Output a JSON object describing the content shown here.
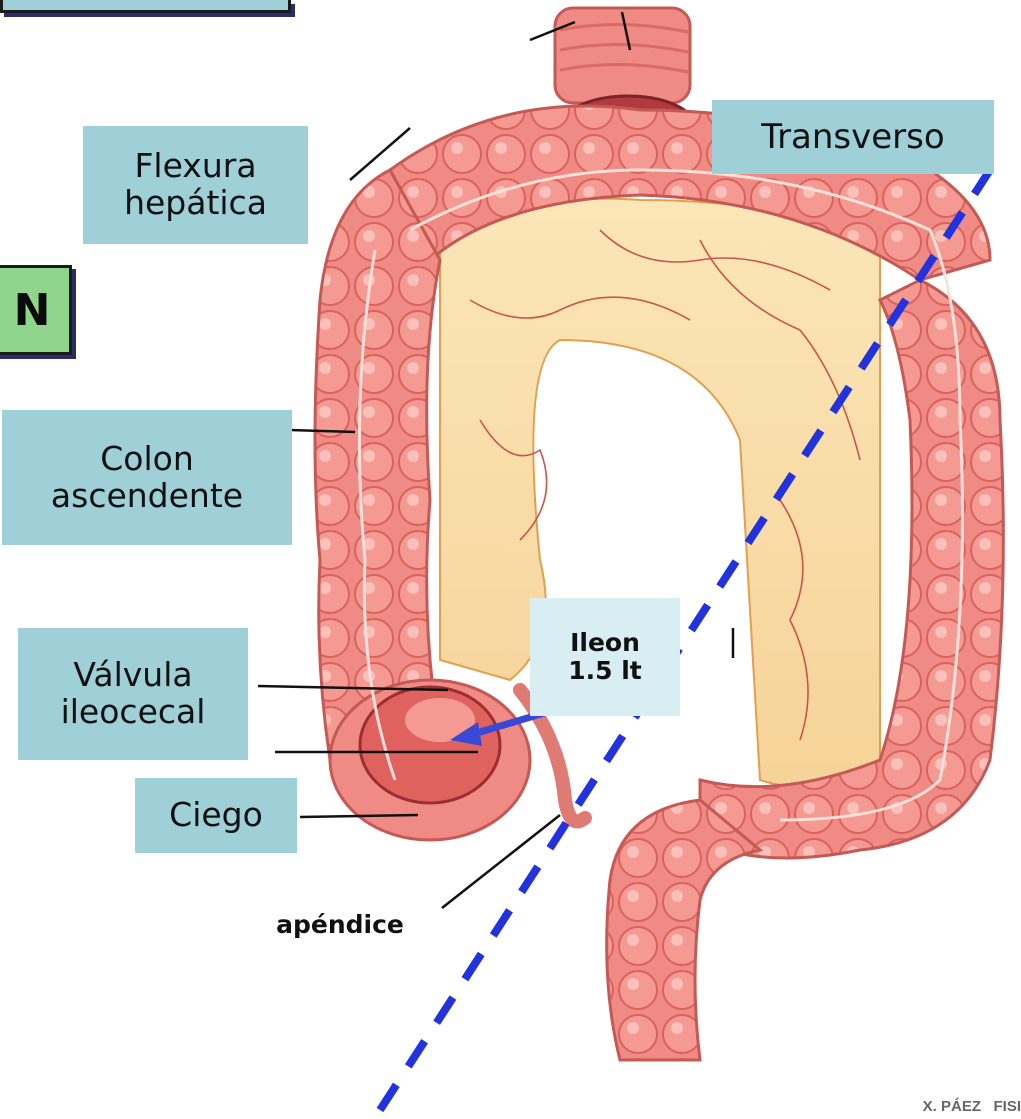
{
  "banner_box": {
    "text": ""
  },
  "side_box": {
    "text": "N"
  },
  "labels": {
    "flexura": "Flexura\nhepática",
    "transverso": "Transverso",
    "colon_ascendente": "Colon\nascendente",
    "ileon": "Ileon\n1.5 lt",
    "valvula": "Válvula\nileocecal",
    "ciego": "Ciego",
    "apendice": "apéndice"
  },
  "footer": "X. PÁEZ   FISI",
  "colors": {
    "label_bg": "#9fd0d8",
    "label_light_bg": "#d8eef2",
    "colon": "#f08a84",
    "mesentery": "#fbe3b0",
    "dashed_line": "#2233dd",
    "arrow": "#3a48d8",
    "green_box": "#8fd68c"
  }
}
